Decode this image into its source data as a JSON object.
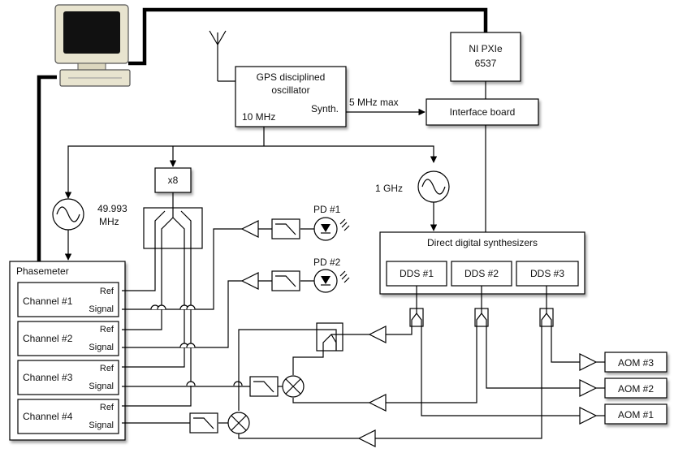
{
  "labels": {
    "ni_line1": "NI PXIe",
    "ni_line2": "6537",
    "gps_line1": "GPS disciplined",
    "gps_line2": "oscillator",
    "gps_10mhz": "10 MHz",
    "gps_synth": "Synth.",
    "five_mhz": "5 MHz max",
    "interface_board": "Interface board",
    "x8": "x8",
    "freq_49_line1": "49.993",
    "freq_49_line2": "MHz",
    "freq_1ghz": "1 GHz",
    "pd1": "PD #1",
    "pd2": "PD #2",
    "dds_title": "Direct digital synthesizers",
    "dds1": "DDS #1",
    "dds2": "DDS #2",
    "dds3": "DDS #3",
    "phasemeter": "Phasemeter",
    "aom3": "AOM #3",
    "aom2": "AOM #2",
    "aom1": "AOM #1"
  },
  "channels": [
    {
      "name": "Channel #1",
      "ref": "Ref",
      "signal": "Signal"
    },
    {
      "name": "Channel #2",
      "ref": "Ref",
      "signal": "Signal"
    },
    {
      "name": "Channel #3",
      "ref": "Ref",
      "signal": "Signal"
    },
    {
      "name": "Channel #4",
      "ref": "Ref",
      "signal": "Signal"
    }
  ]
}
